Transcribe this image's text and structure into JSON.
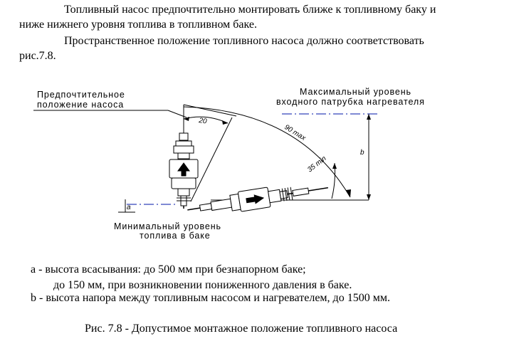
{
  "paragraphs": {
    "p1_line1": "Топливный насос предпочтительно монтировать  ближе к топливному баку и",
    "p1_line2": "ниже нижнего уровня топлива в топливном баке.",
    "p2_line1": "Пространственное положение топливного насоса  должно соответствовать",
    "p2_line2": "рис.7.8."
  },
  "diagram": {
    "label_preferred_1": "Предпочтительное",
    "label_preferred_2": "положение насоса",
    "label_max_1": "Максимальный уровень",
    "label_max_2": "входного патрубка нагревателя",
    "label_min_1": "Минимальный уровень",
    "label_min_2": "топлива в баке",
    "angle_20": "20",
    "angle_90max": "90 max",
    "angle_35min": "35 min",
    "dim_a": "a",
    "dim_b": "b"
  },
  "notes": {
    "line1": "a - высота всасывания: до 500 мм при безнапорном баке;",
    "line2": "до 150 мм, при возникновении пониженного давления в баке.",
    "line3": "b - высота напора между топливным насосом и нагревателем, до 1500 мм."
  },
  "caption": "Рис. 7.8 - Допустимое монтажное положение топливного насоса"
}
